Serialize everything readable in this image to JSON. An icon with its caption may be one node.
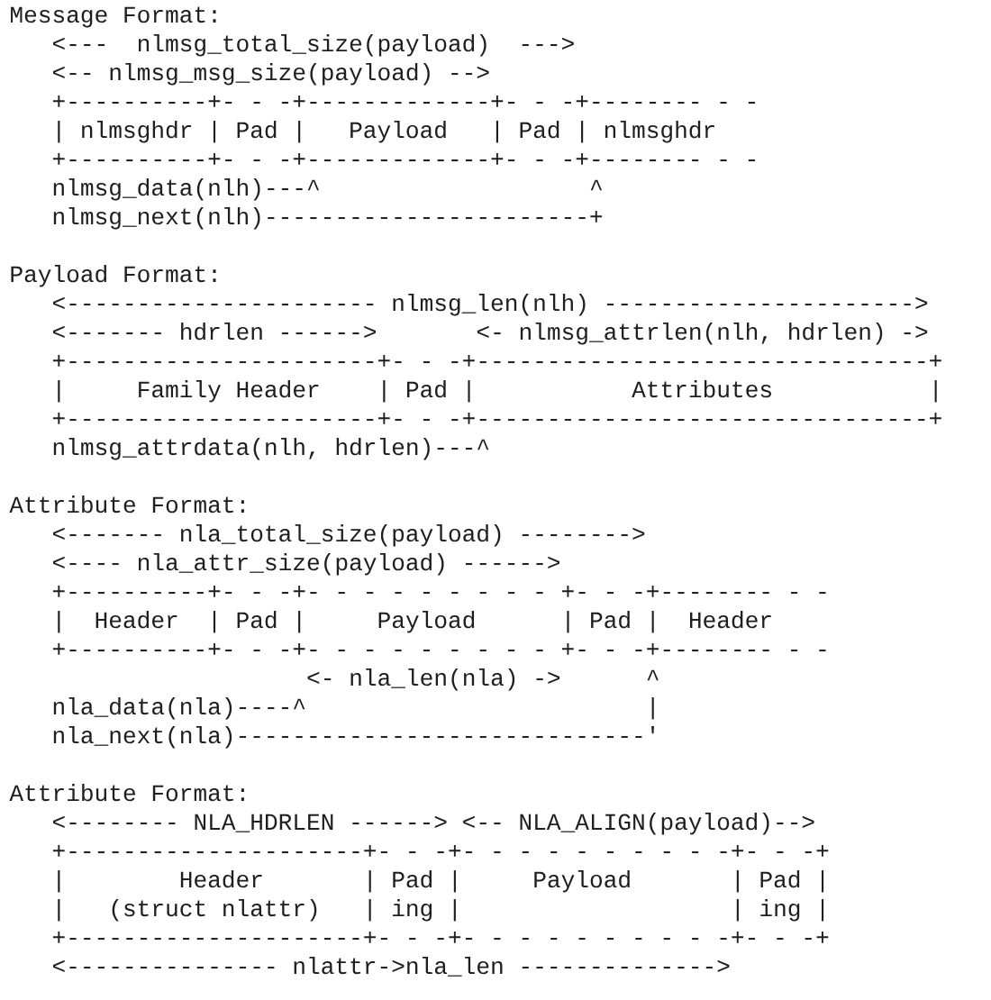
{
  "diagram": {
    "labels": [
      "Message Format:",
      "<---  nlmsg_total_size(payload)  --->",
      "<-- nlmsg_msg_size(payload) -->",
      "+----------+- - -+-------------+- - -+-------- - -",
      "| nlmsghdr | Pad |   Payload   | Pad | nlmsghdr",
      "+----------+- - -+-------------+- - -+-------- - -",
      "nlmsg_data(nlh)---^                   ^",
      "nlmsg_next(nlh)-----------------------+",
      "Payload Format:",
      "<---------------------- nlmsg_len(nlh) ---------------------->",
      "<------- hdrlen ------>       <- nlmsg_attrlen(nlh, hdrlen) ->",
      "+----------------------+- - -+--------------------------------+",
      "|     Family Header    | Pad |           Attributes           |",
      "+----------------------+- - -+--------------------------------+",
      "nlmsg_attrdata(nlh, hdrlen)---^",
      "Attribute Format:",
      "<------- nla_total_size(payload) -------->",
      "<---- nla_attr_size(payload) ------>",
      "+----------+- - -+- - - - - - - - - +- - -+-------- - -",
      "|  Header  | Pad |     Payload      | Pad |  Header",
      "+----------+- - -+- - - - - - - - - +- - -+-------- - -",
      "<- nla_len(nla) ->      ^",
      "nla_data(nla)----^                        |",
      "nla_next(nla)-----------------------------'",
      "Attribute Format:",
      "<-------- NLA_HDRLEN ------> <-- NLA_ALIGN(payload)-->",
      "+---------------------+- - -+- - - - - - - - - -+- - -+",
      "|        Header       | Pad |     Payload       | Pad |",
      "|   (struct nlattr)   | ing |                   | ing |",
      "+---------------------+- - -+- - - - - - - - - -+- - -+",
      "<--------------- nlattr->nla_len -------------->"
    ]
  }
}
